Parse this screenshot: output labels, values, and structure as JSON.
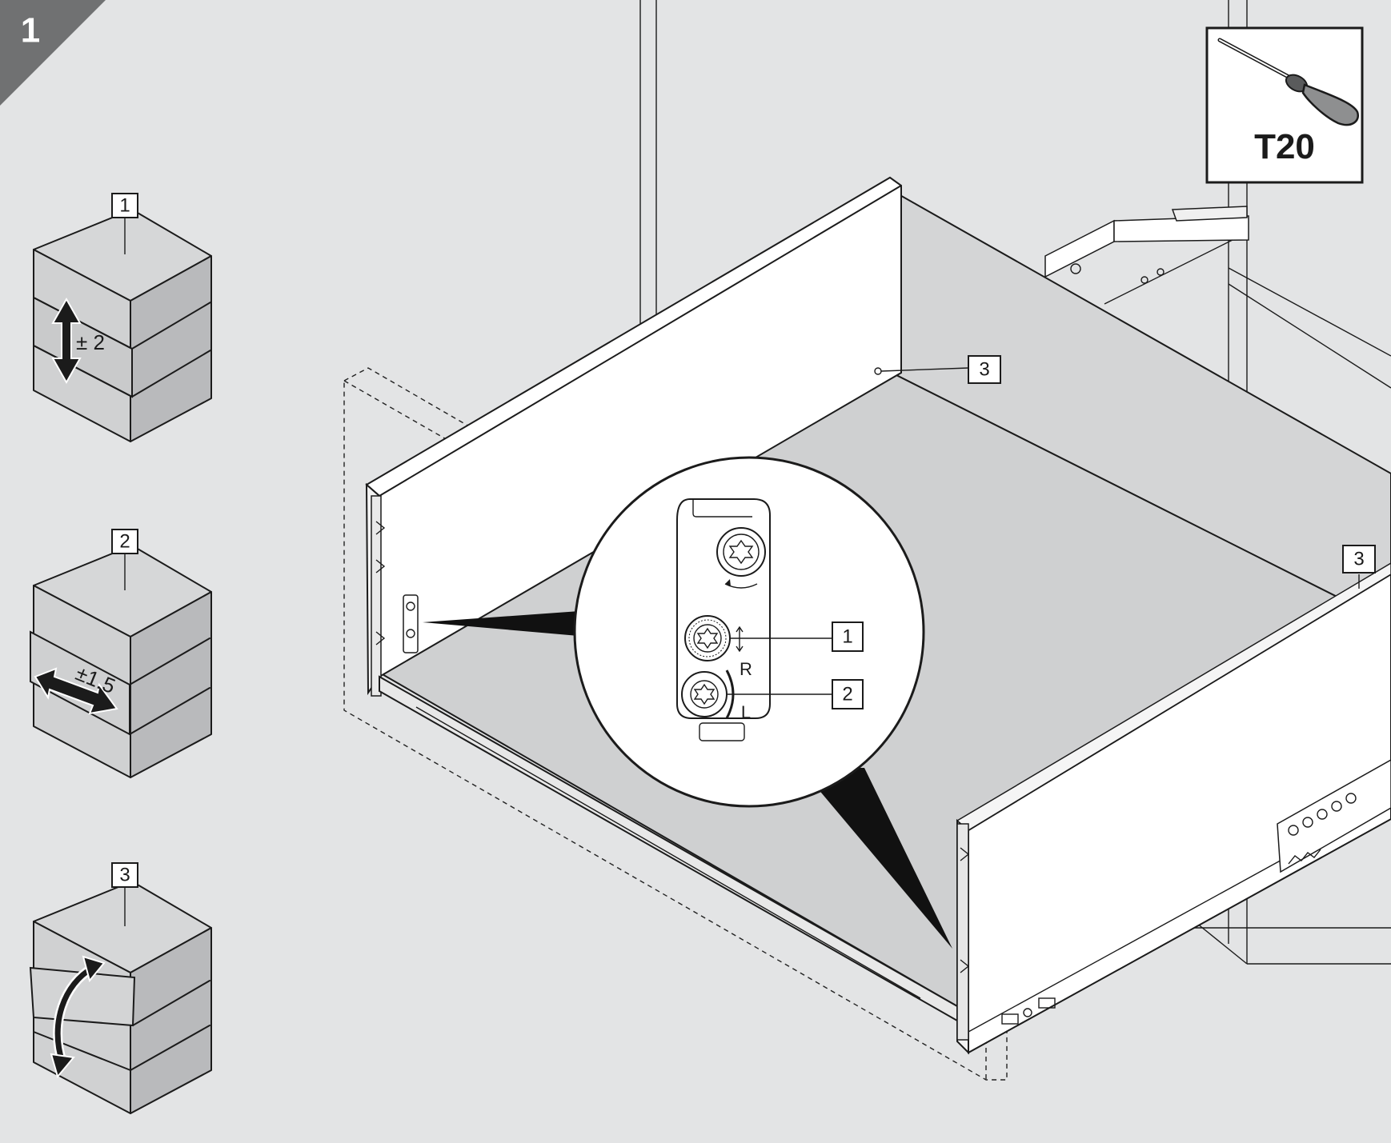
{
  "step": {
    "number": "1",
    "badge_color": "#707172"
  },
  "tool": {
    "label": "T20",
    "icon": "torx-screwdriver-icon"
  },
  "adjustments": [
    {
      "callout": "1",
      "value": "± 2",
      "icon": "vertical-double-arrow-icon"
    },
    {
      "callout": "2",
      "value": "±1.5",
      "icon": "diagonal-double-arrow-icon"
    },
    {
      "callout": "3",
      "value": "",
      "icon": "curved-tilt-arrow-icon"
    }
  ],
  "detail": {
    "callouts": [
      "1",
      "2"
    ],
    "rotation_labels": {
      "right": "R",
      "left": "L"
    }
  },
  "drawer_callouts": [
    "3",
    "3"
  ],
  "colors": {
    "background": "#e3e4e5",
    "line": "#1b1b1b",
    "panel_white": "#ffffff",
    "bottom_gray": "#cfd0d1",
    "rear_gray": "#d4d5d6"
  }
}
